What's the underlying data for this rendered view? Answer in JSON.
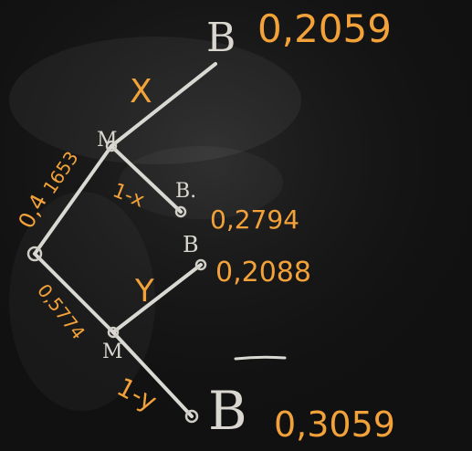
{
  "tree": {
    "root_label": "",
    "first_stage": {
      "upper_node": {
        "label": "M"
      },
      "lower_node": {
        "label": "M"
      },
      "upper_edge_labels": [
        "0,4",
        "1653"
      ],
      "lower_edge_label": "0,5774"
    },
    "second_stage": {
      "upper_node_branches": [
        {
          "edge_label": "X",
          "leaf_label": "B",
          "leaf_value": "0,2059"
        },
        {
          "edge_label": "1-x",
          "leaf_label": "B.",
          "leaf_value": "0,2794"
        }
      ],
      "lower_node_branches": [
        {
          "edge_label": "Y",
          "leaf_label": "B",
          "leaf_value": "0,2088"
        },
        {
          "edge_label": "1-y",
          "leaf_label": "B",
          "leaf_value": "0,3059"
        }
      ]
    },
    "overline_on_last_leaf": true
  },
  "colors": {
    "board": "#0f0f0f",
    "chalk_white": "#d9d8d2",
    "chalk_orange": "#f3a23a"
  }
}
